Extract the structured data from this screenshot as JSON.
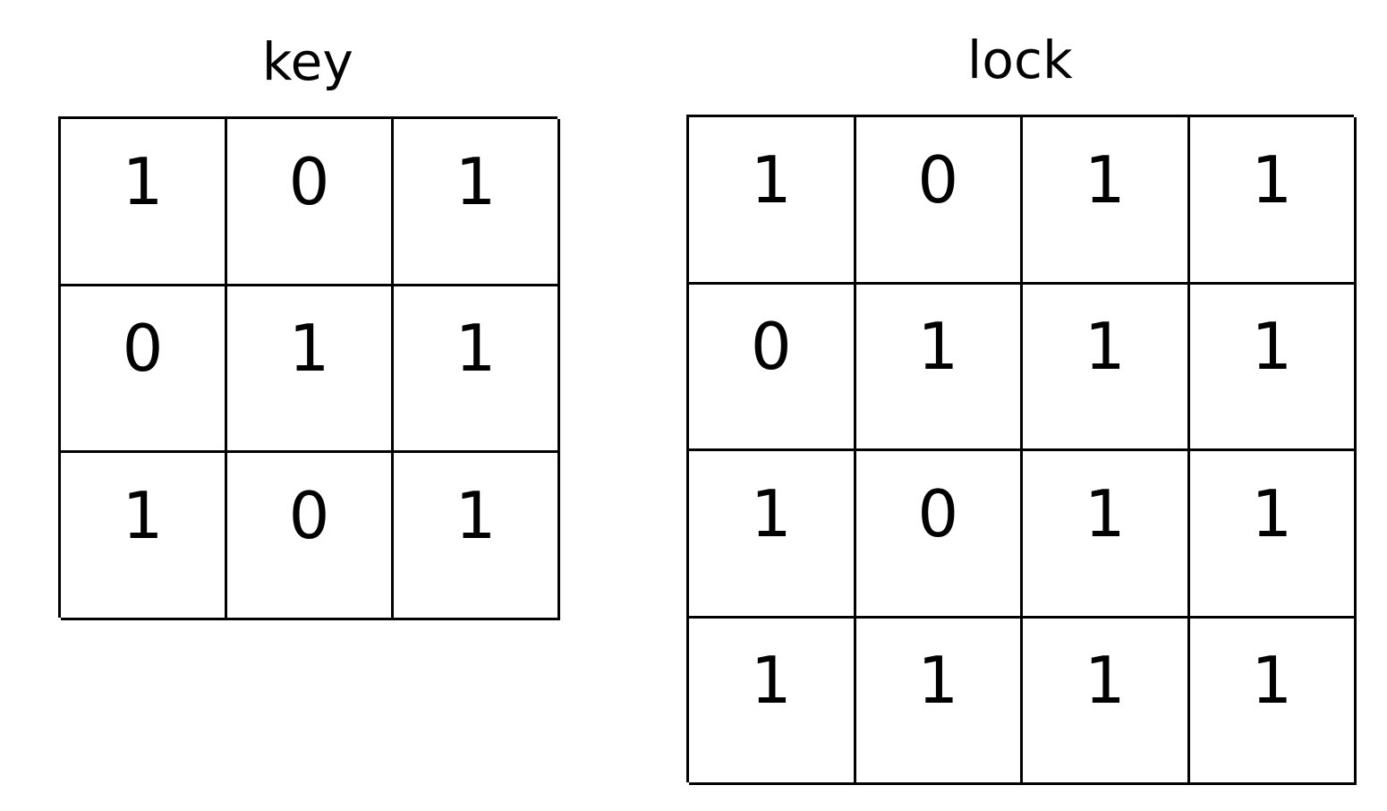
{
  "background_color": "#ffffff",
  "line_color": "#000000",
  "text_color": "#000000",
  "panels": [
    {
      "id": "key",
      "title": "key",
      "rows": 3,
      "cols": 3,
      "grid": [
        [
          "1",
          "0",
          "1"
        ],
        [
          "0",
          "1",
          "1"
        ],
        [
          "1",
          "0",
          "1"
        ]
      ]
    },
    {
      "id": "lock",
      "title": "lock",
      "rows": 4,
      "cols": 4,
      "grid": [
        [
          "1",
          "0",
          "1",
          "1"
        ],
        [
          "0",
          "1",
          "1",
          "1"
        ],
        [
          "1",
          "0",
          "1",
          "1"
        ],
        [
          "1",
          "1",
          "1",
          "1"
        ]
      ]
    }
  ],
  "chart_data": {
    "type": "table",
    "title": "",
    "tables": [
      {
        "name": "key",
        "rows": 3,
        "cols": 3,
        "values": [
          [
            1,
            0,
            1
          ],
          [
            0,
            1,
            1
          ],
          [
            1,
            0,
            1
          ]
        ]
      },
      {
        "name": "lock",
        "rows": 4,
        "cols": 4,
        "values": [
          [
            1,
            0,
            1,
            1
          ],
          [
            0,
            1,
            1,
            1
          ],
          [
            1,
            0,
            1,
            1
          ],
          [
            1,
            1,
            1,
            1
          ]
        ]
      }
    ]
  }
}
